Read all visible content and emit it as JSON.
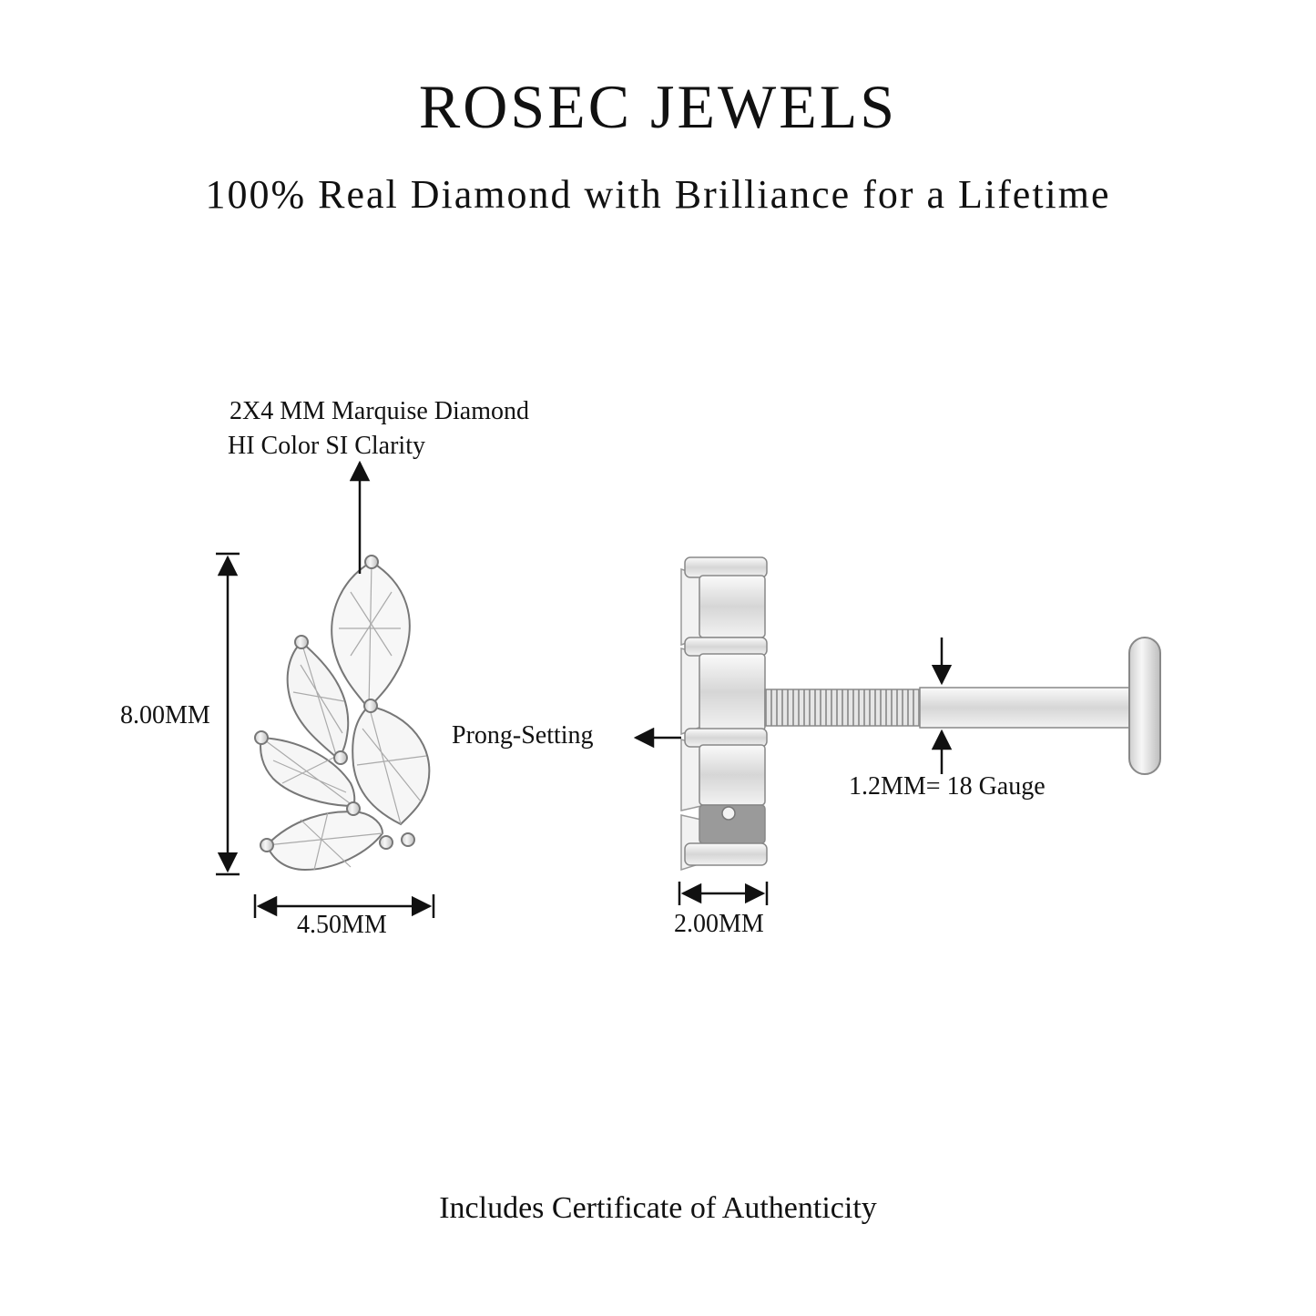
{
  "header": {
    "brand": "ROSEC JEWELS",
    "tagline": "100% Real Diamond with Brilliance for a Lifetime"
  },
  "front_view": {
    "stone_line1": "2X4 MM Marquise Diamond",
    "stone_line2": "HI Color SI Clarity",
    "height_label": "8.00MM",
    "width_label": "4.50MM"
  },
  "side_view": {
    "setting_label": "Prong-Setting",
    "depth_label": "2.00MM",
    "gauge_label": "1.2MM= 18 Gauge"
  },
  "footer": {
    "text": "Includes Certificate of Authenticity"
  },
  "colors": {
    "ink": "#111111",
    "metal_light": "#f1f1f1",
    "metal_mid": "#c9c9c9",
    "metal_dark": "#8d8d8d"
  }
}
